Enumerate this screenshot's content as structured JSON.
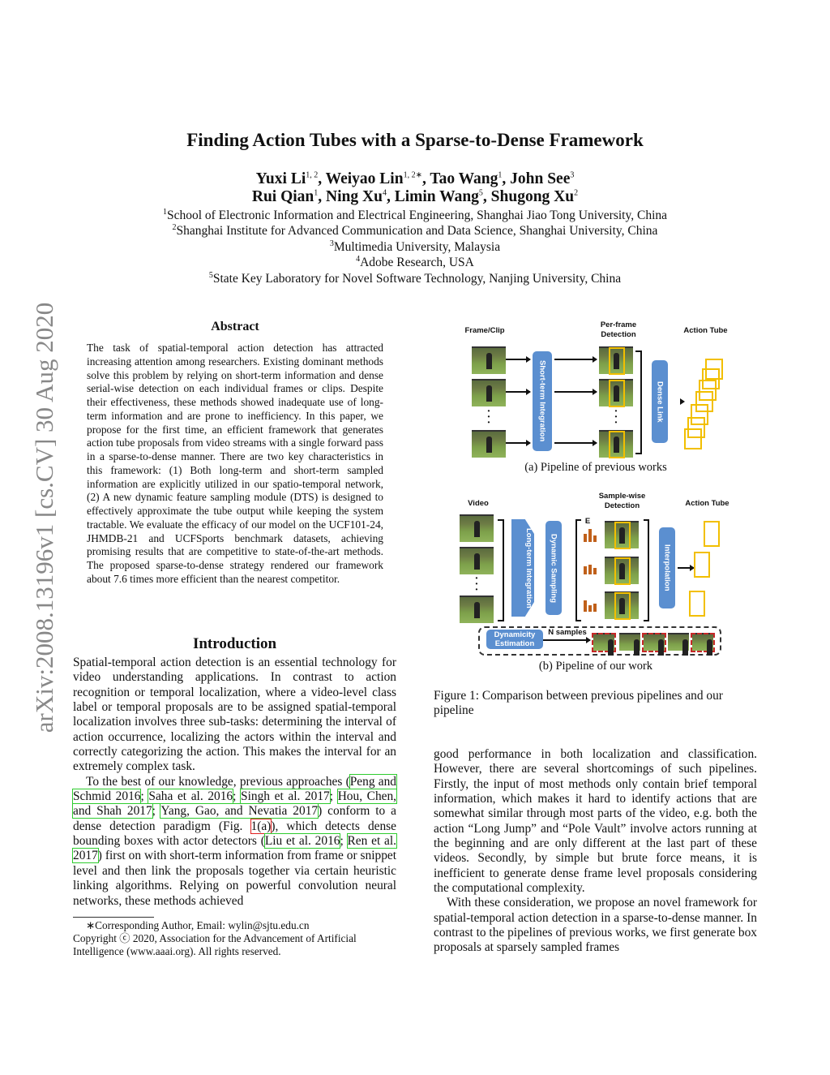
{
  "sidebar": {
    "arxiv_id": "arXiv:2008.13196v1  [cs.CV]  30 Aug 2020"
  },
  "header": {
    "title": "Finding Action Tubes with a Sparse-to-Dense Framework",
    "authors_line1": [
      {
        "name": "Yuxi Li",
        "sup": "1, 2"
      },
      {
        "name": "Weiyao Lin",
        "sup": "1, 2∗"
      },
      {
        "name": "Tao Wang",
        "sup": "1"
      },
      {
        "name": "John See",
        "sup": "3"
      }
    ],
    "authors_line2": [
      {
        "name": "Rui Qian",
        "sup": "1"
      },
      {
        "name": "Ning Xu",
        "sup": "4"
      },
      {
        "name": "Limin Wang",
        "sup": "5"
      },
      {
        "name": "Shugong Xu",
        "sup": "2"
      }
    ],
    "affiliations": [
      {
        "sup": "1",
        "text": "School of Electronic Information and Electrical Engineering, Shanghai Jiao Tong University, China"
      },
      {
        "sup": "2",
        "text": "Shanghai Institute for Advanced Communication and Data Science, Shanghai University, China"
      },
      {
        "sup": "3",
        "text": "Multimedia University, Malaysia"
      },
      {
        "sup": "4",
        "text": "Adobe Research, USA"
      },
      {
        "sup": "5",
        "text": "State Key Laboratory for Novel Software Technology, Nanjing University, China"
      }
    ]
  },
  "abstract": {
    "title": "Abstract",
    "text": "The task of spatial-temporal action detection has attracted increasing attention among researchers. Existing dominant methods solve this problem by relying on short-term information and dense serial-wise detection on each individual frames or clips. Despite their effectiveness, these methods showed inadequate use of long-term information and are prone to inefficiency. In this paper, we propose for the first time, an efficient framework that generates action tube proposals from video streams with a single forward pass in a sparse-to-dense manner. There are two key characteristics in this framework: (1) Both long-term and short-term sampled information are explicitly utilized in our spatio-temporal network, (2) A new dynamic feature sampling module (DTS) is designed to effectively approximate the tube output while keeping the system tractable. We evaluate the efficacy of our model on the UCF101-24, JHMDB-21 and UCFSports benchmark datasets, achieving promising results that are competitive to state-of-the-art methods. The proposed sparse-to-dense strategy rendered our framework about 7.6 times more efficient than the nearest competitor."
  },
  "introduction": {
    "title": "Introduction",
    "p1": "Spatial-temporal action detection is an essential technology for video understanding applications. In contrast to action recognition or temporal localization, where a video-level class label or temporal proposals are to be assigned spatial-temporal localization involves three sub-tasks: determining the interval of action occurrence, localizing the actors within the interval and correctly categorizing the action. This makes the interval for an extremely complex task.",
    "p2_a": "To the best of our knowledge, previous approaches (",
    "cite1": "Peng and Schmid 2016",
    "sep": "; ",
    "cite2": "Saha et al. 2016",
    "cite3": "Singh et al. 2017",
    "cite4": "Hou, Chen, and Shah 2017",
    "cite5": "Yang, Gao, and Nevatia 2017",
    "p2_b": ") conform to a dense detection paradigm (Fig. ",
    "figref": "1(a)",
    "p2_c": "), which detects dense bounding boxes with actor detectors (",
    "cite6": "Liu et al. 2016",
    "cite7": "Ren et al. 2017",
    "p2_d": ") first on with short-term information from frame or snippet level and then link the proposals together via certain heuristic linking algorithms. Relying on powerful convolution neural networks, these methods achieved"
  },
  "footnote": {
    "corresponding": "∗Corresponding Author, Email: wylin@sjtu.edu.cn",
    "copyright": "Copyright ⓒ 2020, Association for the Advancement of Artificial Intelligence (www.aaai.org). All rights reserved."
  },
  "figure": {
    "a": {
      "frame_clip": "Frame/Clip",
      "per_frame": "Per-frame Detection",
      "action_tube": "Action Tube",
      "short_term": "Short-term Integration",
      "dense_link": "Dense Link",
      "caption": "(a)  Pipeline of previous works"
    },
    "b": {
      "video": "Video",
      "sample_wise": "Sample-wise Detection",
      "action_tube": "Action Tube",
      "long_term": "Long-term Integration",
      "dynamic_sampling": "Dynamic Sampling",
      "e_label": "E",
      "interpolation": "Interpolation",
      "dynamicity": "Dynamicity Estimation",
      "n_samples": "N samples",
      "caption": "(b)  Pipeline of our work"
    },
    "caption": "Figure 1: Comparison between previous pipelines and our pipeline"
  },
  "right_column": {
    "p1": "good performance in both localization and classification. However, there are several shortcomings of such pipelines. Firstly, the input of most methods only contain brief temporal information, which makes it hard to identify actions that are somewhat similar through most parts of the video, e.g. both the action “Long Jump” and “Pole Vault” involve actors running at the beginning and are only different at the last part of these videos. Secondly, by simple but brute force means, it is inefficient to generate dense frame level proposals considering the computational complexity.",
    "p2": "With these consideration, we propose an novel framework for spatial-temporal action detection in a sparse-to-dense manner. In contrast to the pipelines of previous works, we first generate box proposals at sparsely sampled frames"
  },
  "colors": {
    "cite_box": "#2ecc2e",
    "fig_ref_box": "#e02020",
    "module_blue": "#5b8fd0",
    "box_yellow": "#f2bf00",
    "bar_orange": "#c0601a"
  }
}
